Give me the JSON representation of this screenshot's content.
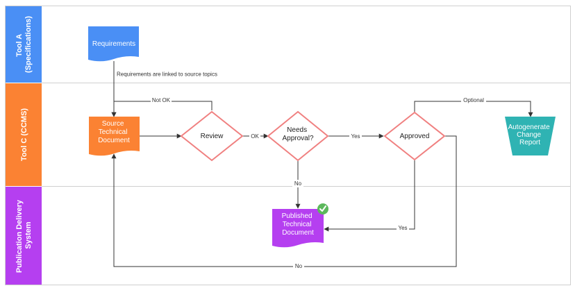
{
  "colors": {
    "lane_a": "#4a8ff5",
    "lane_c": "#fb8233",
    "lane_p": "#b53ff0",
    "doc_blue": "#4a8ff5",
    "doc_orange": "#fb8233",
    "doc_purple": "#b53ff0",
    "decision_stroke": "#f08080",
    "report_teal": "#2fb3b3",
    "check_green": "#5cb85c"
  },
  "lanes": {
    "tool_a": {
      "line1": "Tool A",
      "line2": "(Specifications)"
    },
    "tool_c": {
      "line1": "Tool C (CCMS)"
    },
    "publication": {
      "line1": "Publication Delivery",
      "line2": "System"
    }
  },
  "nodes": {
    "requirements": {
      "line1": "Requirements"
    },
    "source_doc": {
      "line1": "Source",
      "line2": "Technical",
      "line3": "Document"
    },
    "review": {
      "line1": "Review"
    },
    "needs_approval": {
      "line1": "Needs",
      "line2": "Approval?"
    },
    "approved": {
      "line1": "Approved"
    },
    "report": {
      "line1": "Autogenerate",
      "line2": "Change",
      "line3": "Report"
    },
    "published_doc": {
      "line1": "Published",
      "line2": "Technical",
      "line3": "Document"
    }
  },
  "edges": {
    "linked_note": "Requirements are linked to source topics",
    "not_ok": "Not OK",
    "ok": "OK",
    "yes_approval": "Yes",
    "optional": "Optional",
    "no_publish": "No",
    "yes_publish": "Yes",
    "no_loop": "No"
  }
}
